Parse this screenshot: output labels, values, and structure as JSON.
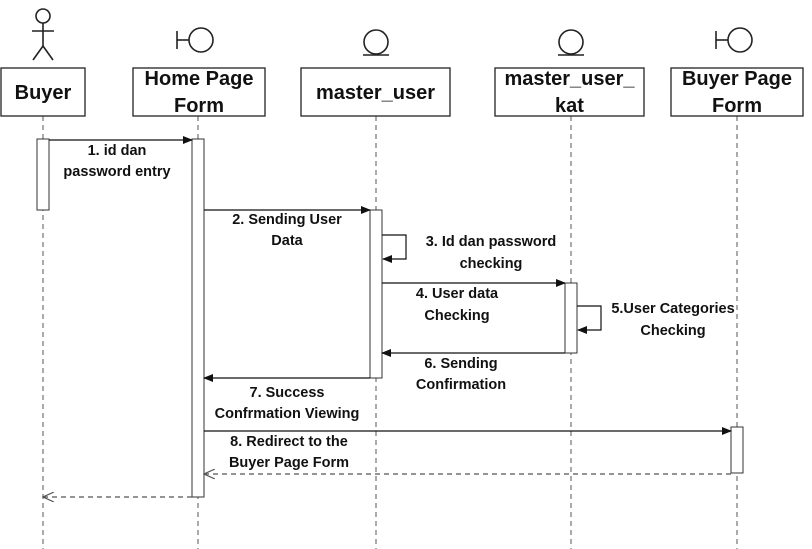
{
  "diagram": {
    "type": "sequence",
    "participants": [
      {
        "id": "buyer",
        "kind": "actor",
        "lines": [
          "Buyer"
        ]
      },
      {
        "id": "home",
        "kind": "boundary",
        "lines": [
          "Home Page",
          "Form"
        ]
      },
      {
        "id": "master_user",
        "kind": "entity",
        "lines": [
          "master_user"
        ]
      },
      {
        "id": "master_user_kat",
        "kind": "entity",
        "lines": [
          "master_user_",
          "kat"
        ]
      },
      {
        "id": "buyer_page",
        "kind": "boundary",
        "lines": [
          "Buyer Page",
          "Form"
        ]
      }
    ],
    "messages": [
      {
        "id": "m1",
        "from": "buyer",
        "to": "home",
        "style": "sync",
        "lines": [
          "1.  id dan",
          "password entry"
        ]
      },
      {
        "id": "m2",
        "from": "home",
        "to": "master_user",
        "style": "sync",
        "lines": [
          "2. Sending User",
          "Data"
        ]
      },
      {
        "id": "m3",
        "from": "master_user",
        "to": "master_user",
        "style": "self",
        "lines": [
          "3. Id dan password",
          "checking"
        ]
      },
      {
        "id": "m4",
        "from": "master_user",
        "to": "master_user_kat",
        "style": "sync",
        "lines": [
          "4. User data",
          "Checking"
        ]
      },
      {
        "id": "m5",
        "from": "master_user_kat",
        "to": "master_user_kat",
        "style": "self",
        "lines": [
          "5.User Categories",
          "Checking"
        ]
      },
      {
        "id": "m6",
        "from": "master_user_kat",
        "to": "master_user",
        "style": "sync",
        "lines": [
          "6. Sending",
          "Confirmation"
        ]
      },
      {
        "id": "m7",
        "from": "master_user",
        "to": "home",
        "style": "sync",
        "lines": [
          "7. Success",
          "Confrmation Viewing"
        ]
      },
      {
        "id": "m8",
        "from": "home",
        "to": "buyer_page",
        "style": "sync",
        "lines": [
          "8. Redirect to the",
          "Buyer Page Form"
        ]
      },
      {
        "id": "m9",
        "from": "buyer_page",
        "to": "home",
        "style": "return",
        "lines": []
      },
      {
        "id": "m10",
        "from": "home",
        "to": "buyer",
        "style": "return",
        "lines": []
      }
    ]
  }
}
